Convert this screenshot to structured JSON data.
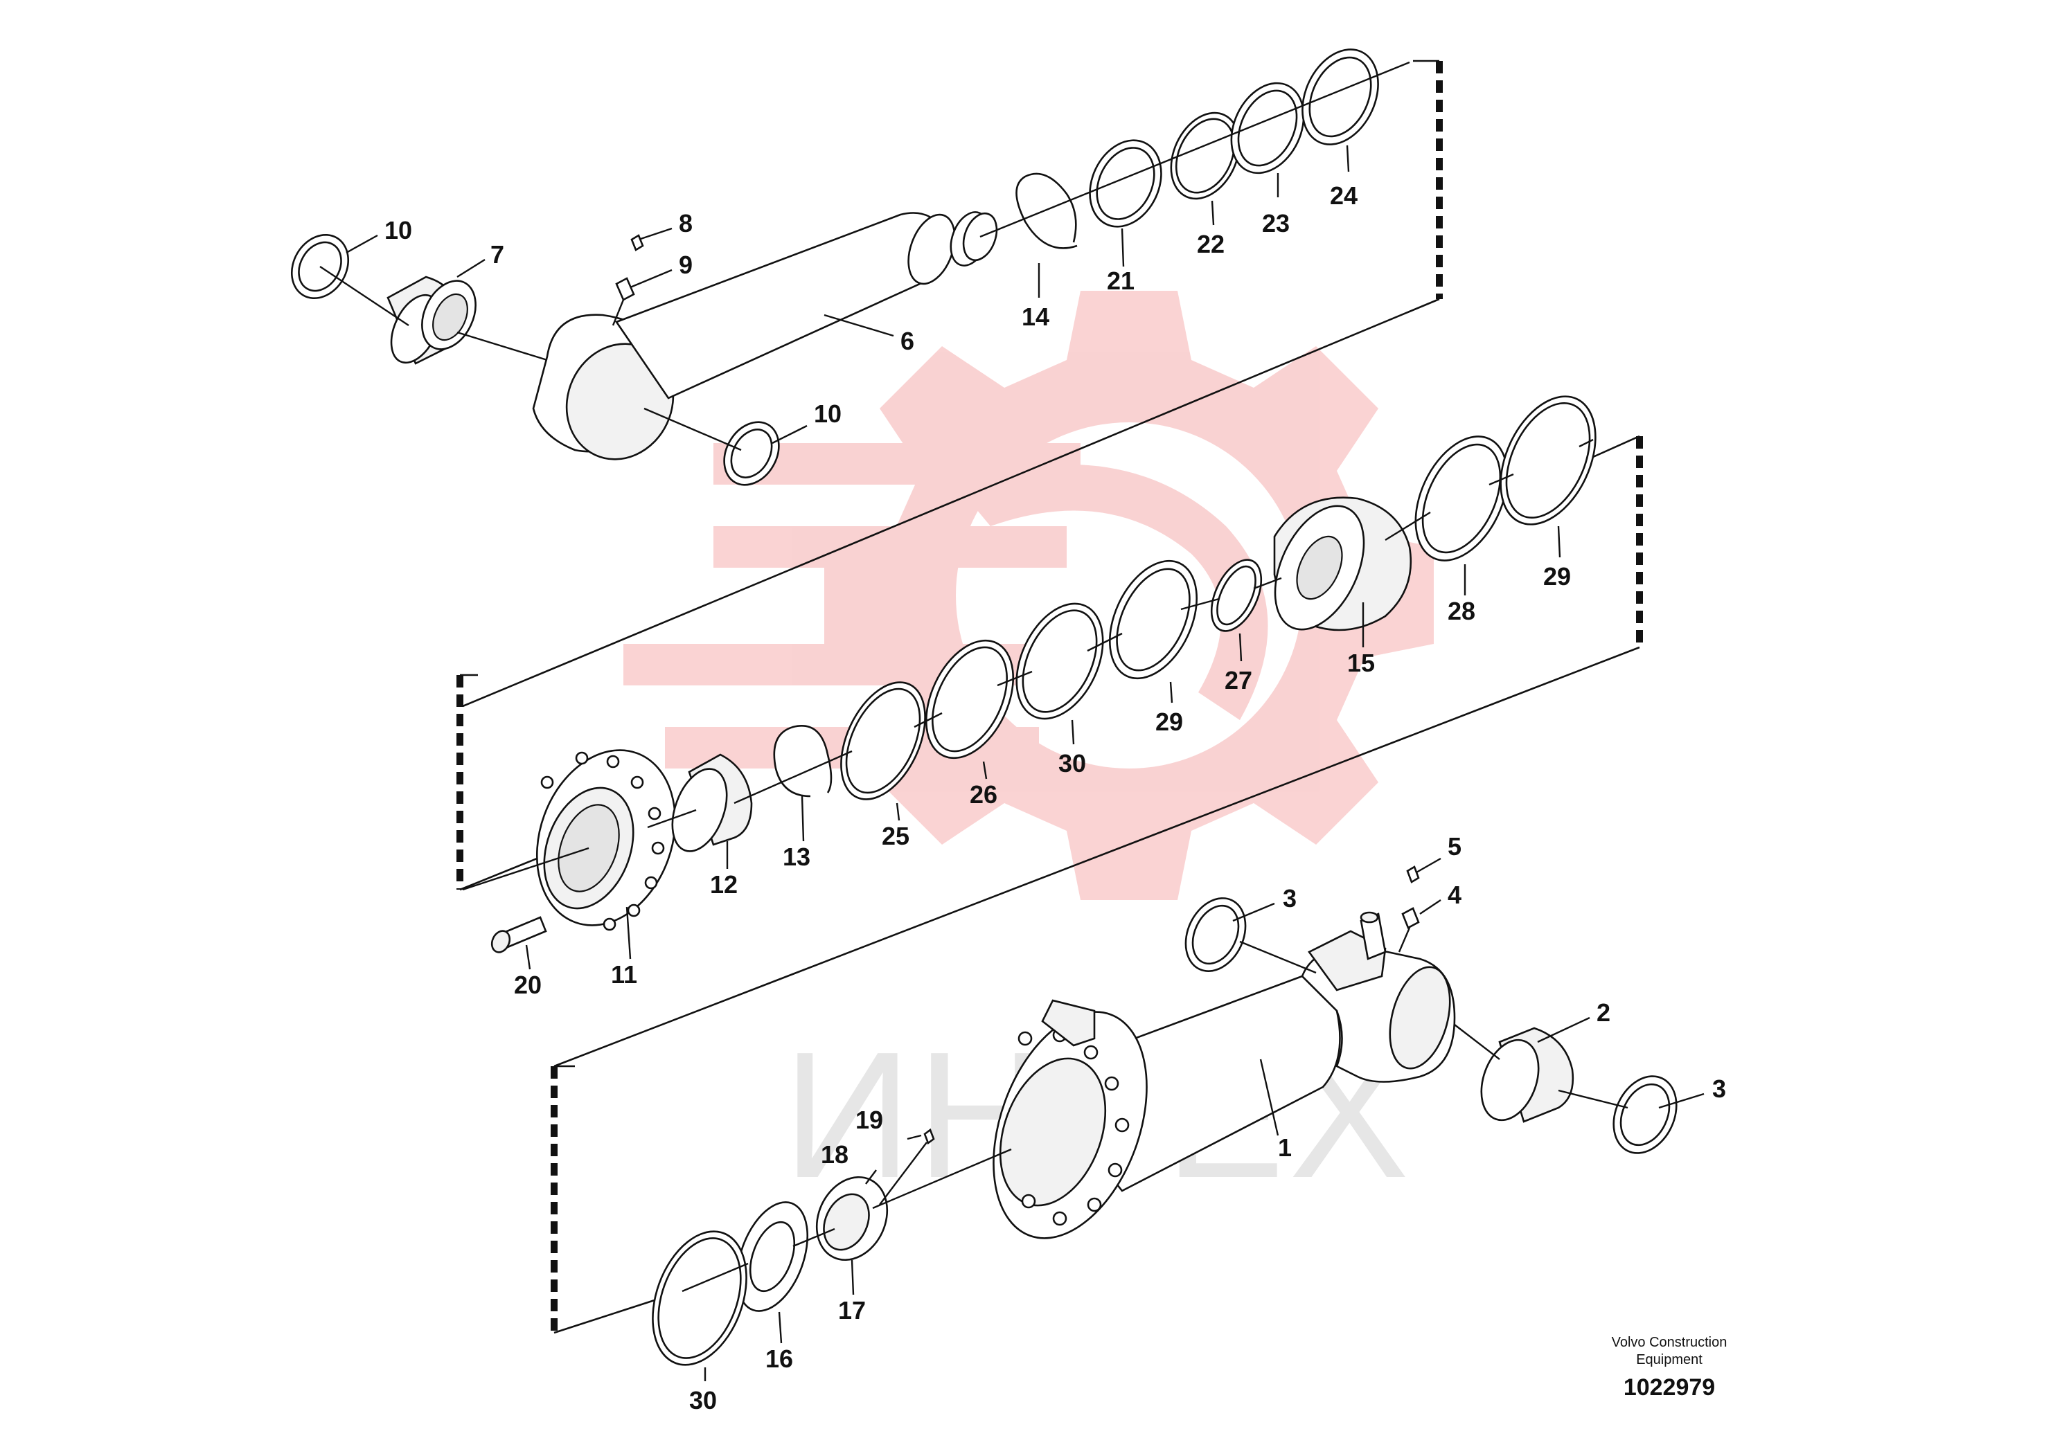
{
  "watermark": {
    "text": "ИНТЕХ",
    "color": "#f3a6a6"
  },
  "labels": [
    {
      "id": "1",
      "text": "1"
    },
    {
      "id": "2",
      "text": "2"
    },
    {
      "id": "3a",
      "text": "3"
    },
    {
      "id": "3b",
      "text": "3"
    },
    {
      "id": "4",
      "text": "4"
    },
    {
      "id": "5",
      "text": "5"
    },
    {
      "id": "6",
      "text": "6"
    },
    {
      "id": "7",
      "text": "7"
    },
    {
      "id": "8",
      "text": "8"
    },
    {
      "id": "9",
      "text": "9"
    },
    {
      "id": "10a",
      "text": "10"
    },
    {
      "id": "10b",
      "text": "10"
    },
    {
      "id": "11",
      "text": "11"
    },
    {
      "id": "12",
      "text": "12"
    },
    {
      "id": "13",
      "text": "13"
    },
    {
      "id": "14",
      "text": "14"
    },
    {
      "id": "15",
      "text": "15"
    },
    {
      "id": "16",
      "text": "16"
    },
    {
      "id": "17",
      "text": "17"
    },
    {
      "id": "18",
      "text": "18"
    },
    {
      "id": "19",
      "text": "19"
    },
    {
      "id": "20",
      "text": "20"
    },
    {
      "id": "21",
      "text": "21"
    },
    {
      "id": "22",
      "text": "22"
    },
    {
      "id": "23",
      "text": "23"
    },
    {
      "id": "24",
      "text": "24"
    },
    {
      "id": "25",
      "text": "25"
    },
    {
      "id": "26",
      "text": "26"
    },
    {
      "id": "27",
      "text": "27"
    },
    {
      "id": "28",
      "text": "28"
    },
    {
      "id": "29a",
      "text": "29"
    },
    {
      "id": "29b",
      "text": "29"
    },
    {
      "id": "30a",
      "text": "30"
    },
    {
      "id": "30b",
      "text": "30"
    }
  ],
  "credit": {
    "line1": "Volvo Construction",
    "line2": "Equipment",
    "doc_number": "1022979"
  }
}
